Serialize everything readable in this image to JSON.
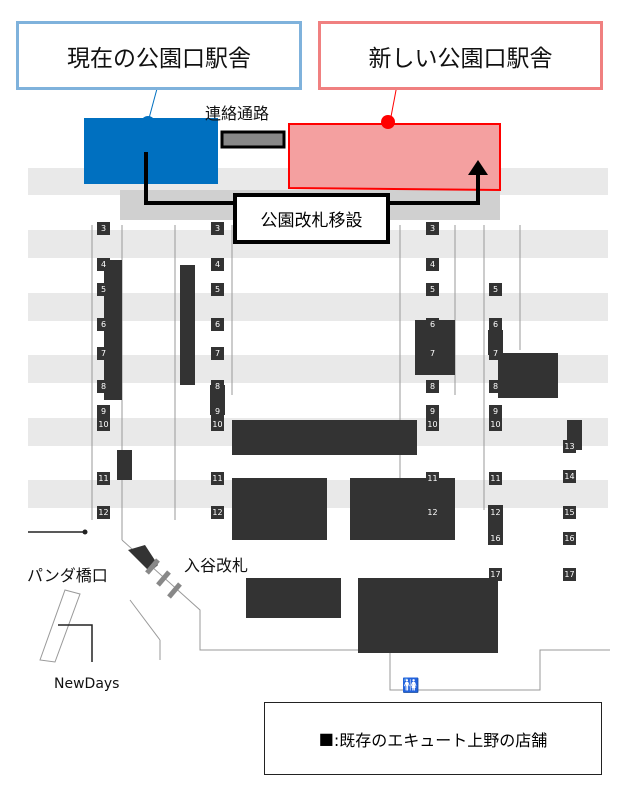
{
  "callouts": {
    "current_station": "現在の公園口駅舎",
    "new_station": "新しい公園口駅舎"
  },
  "labels": {
    "connecting_passage": "連絡通路",
    "gate_relocation": "公園改札移設",
    "iriya_gate": "入谷改札",
    "panda_bridge": "パンダ橋口",
    "newdays": "NewDays"
  },
  "legend": {
    "marker": "■",
    "text": ":既存のエキュート上野の店舗"
  },
  "platform_numbers": {
    "col1": [
      "3",
      "4",
      "5",
      "6",
      "7",
      "8",
      "9",
      "10",
      "11",
      "12"
    ],
    "col2": [
      "3",
      "4",
      "5",
      "6",
      "7",
      "8",
      "9",
      "10",
      "11",
      "12"
    ],
    "col3": [
      "3",
      "4",
      "5",
      "6",
      "7",
      "8",
      "9",
      "10",
      "11",
      "12"
    ],
    "col4": [
      "5",
      "6",
      "7",
      "8",
      "9",
      "10",
      "11",
      "12",
      "16",
      "17"
    ],
    "col5": [
      "13",
      "14",
      "15",
      "16",
      "17"
    ]
  },
  "colors": {
    "current": "#0070c0",
    "new": "#ff0000",
    "new_fill": "#f4a0a0",
    "callout_blue": "#7fb2dc",
    "callout_red": "#f08080",
    "store": "#333333"
  }
}
